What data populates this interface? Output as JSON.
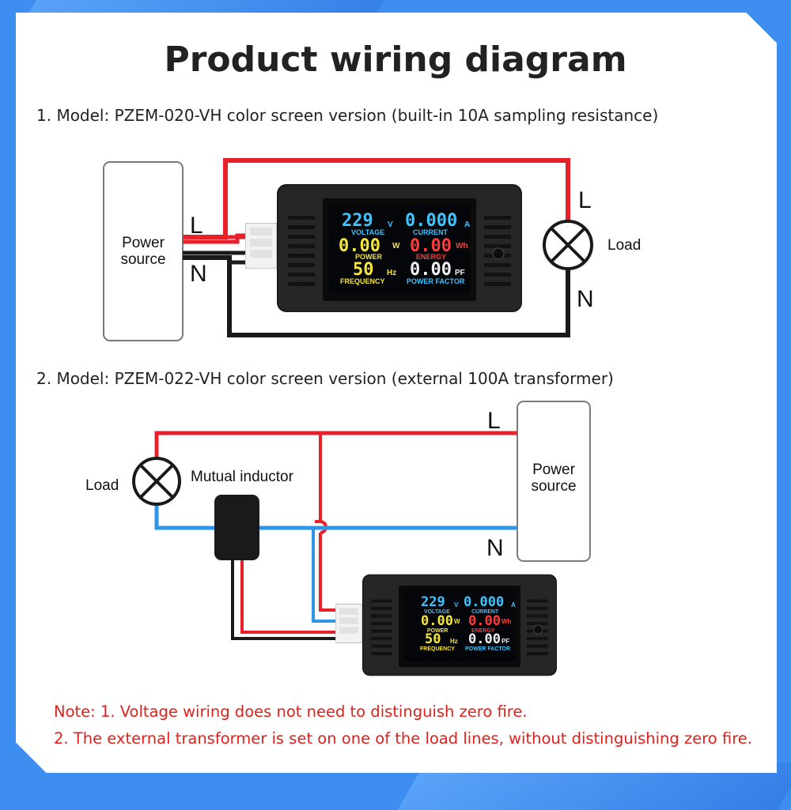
{
  "title": "Product wiring diagram",
  "model1": {
    "heading": "1. Model: PZEM-020-VH color screen version (built-in 10A sampling resistance)",
    "power_source": [
      "Power",
      "source"
    ],
    "label_L_left": "L",
    "label_N_left": "N",
    "label_L_right": "L",
    "label_N_right": "N",
    "load": "Load"
  },
  "model2": {
    "heading": "2. Model: PZEM-022-VH color screen version (external 100A transformer)",
    "power_source": [
      "Power",
      "source"
    ],
    "label_L": "L",
    "label_N": "N",
    "load": "Load",
    "mutual_inductor": "Mutual inductor"
  },
  "meter_display": {
    "voltage_value": "229",
    "voltage_unit": "V",
    "voltage_label": "VOLTAGE",
    "current_value": "0.000",
    "current_unit": "A",
    "current_label": "CURRENT",
    "power_value": "0.00",
    "power_unit": "W",
    "power_label": "POWER",
    "energy_value": "0.00",
    "energy_unit": "Wh",
    "energy_label": "ENERGY",
    "frequency_value": "50",
    "frequency_unit": "Hz",
    "frequency_label": "FREQUENCY",
    "pf_value": "0.00",
    "pf_unit": "PF",
    "pf_label": "POWER FACTOR"
  },
  "notes": [
    "Note: 1. Voltage wiring does not need to distinguish zero fire.",
    "2. The external transformer is set on one of the load lines, without distinguishing zero fire."
  ],
  "colors": {
    "live_wire": "#e8202a",
    "neutral_wire_model1": "#1a1a1a",
    "neutral_wire_model2": "#2e96e8",
    "note_text": "#e0201b",
    "card_border": "#3d8ef0",
    "lcd_blue": "#3ec4ff",
    "lcd_yellow": "#f5e63a",
    "lcd_red": "#ff3b3b",
    "lcd_white": "#f2f2f2"
  }
}
